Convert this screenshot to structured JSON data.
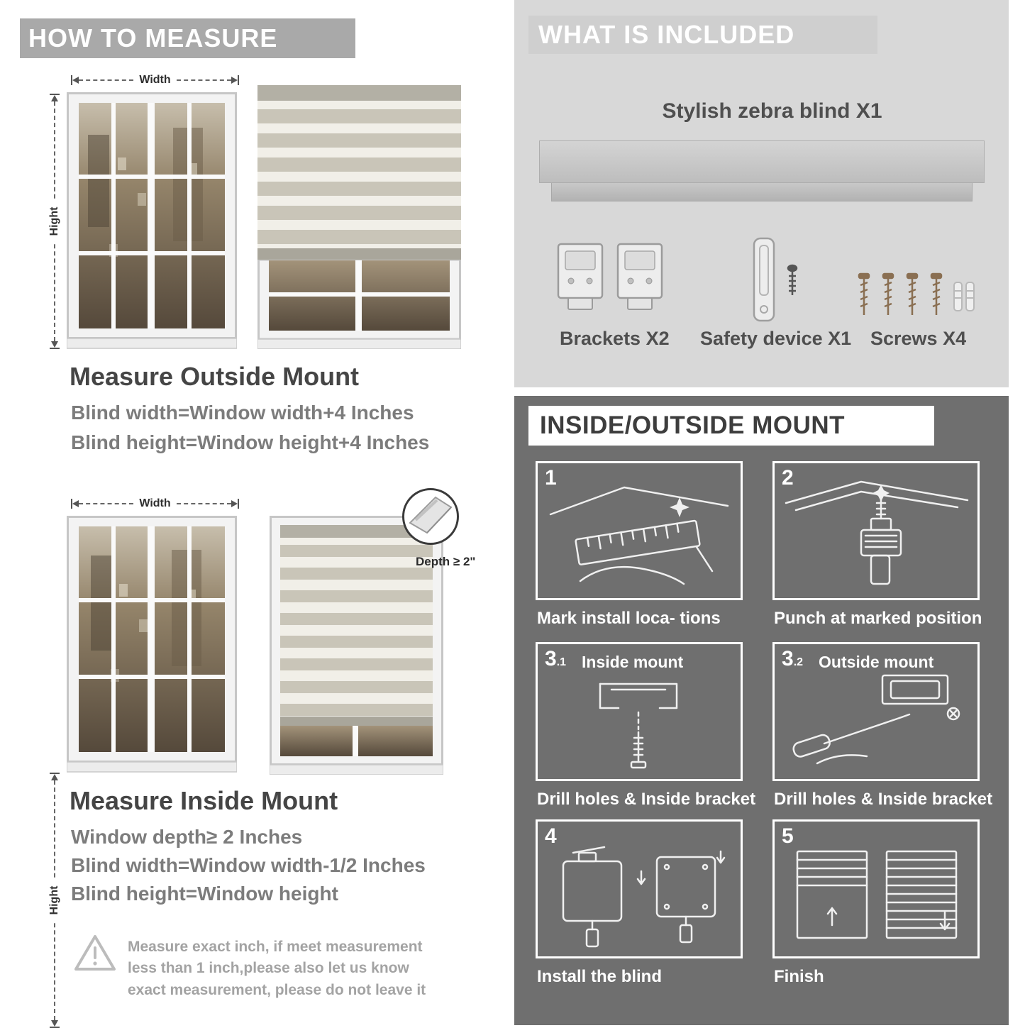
{
  "colors": {
    "banner_gray": "#a9a9a9",
    "included_bg": "#d8d8d8",
    "mount_bg": "#6f6f6f",
    "heading_text": "#454545",
    "body_text": "#7c7c7c"
  },
  "measure": {
    "header": "HOW TO MEASURE",
    "outside": {
      "width_label": "Width",
      "height_label": "Hight",
      "title": "Measure Outside Mount",
      "lines": [
        "Blind width=Window width+4 Inches",
        "Blind height=Window height+4 Inches"
      ]
    },
    "inside": {
      "width_label": "Width",
      "height_label": "Hight",
      "depth_label": "Depth ≥ 2\"",
      "title": "Measure Inside Mount",
      "lines": [
        "Window depth≥ 2 Inches",
        "Blind width=Window width-1/2 Inches",
        "Blind height=Window height"
      ]
    },
    "note": "Measure exact inch, if meet measurement less than 1 inch,please also let us know exact measurement, please do not leave it"
  },
  "included": {
    "header": "WHAT IS INCLUDED",
    "product": "Stylish zebra blind X1",
    "items": [
      {
        "label": "Brackets X2"
      },
      {
        "label": "Safety device X1"
      },
      {
        "label": "Screws X4"
      }
    ]
  },
  "mount": {
    "header": "INSIDE/OUTSIDE MOUNT",
    "steps": [
      {
        "num": "1",
        "caption": "Mark install loca- tions"
      },
      {
        "num": "2",
        "caption": "Punch at  marked position"
      },
      {
        "num": "3",
        "sub": ".1",
        "title": "Inside mount",
        "caption": "Drill holes &  Inside bracket"
      },
      {
        "num": "3",
        "sub": ".2",
        "title": "Outside mount",
        "caption": "Drill holes &  Inside bracket"
      },
      {
        "num": "4",
        "caption": "Install the blind"
      },
      {
        "num": "5",
        "caption": "Finish"
      }
    ]
  }
}
